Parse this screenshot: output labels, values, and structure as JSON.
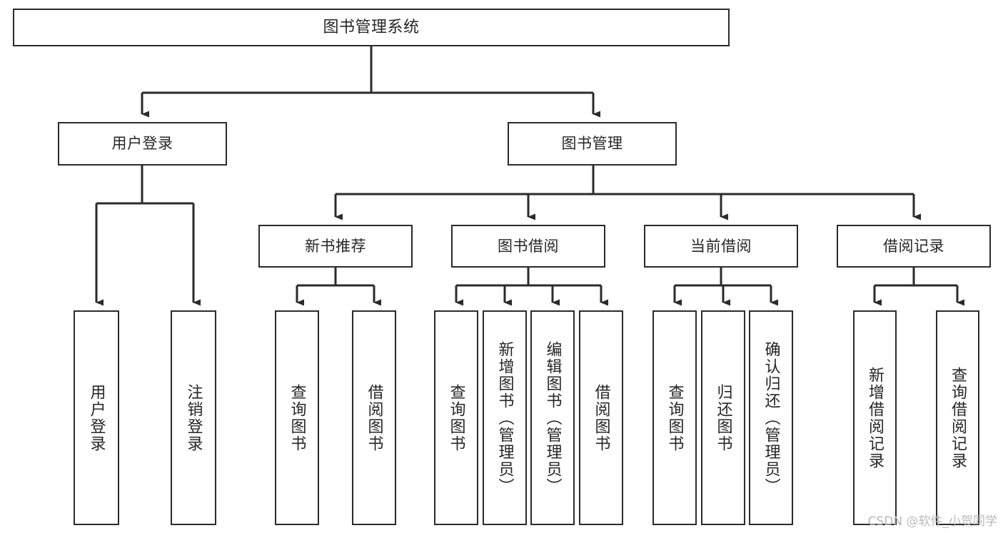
{
  "diagram": {
    "type": "tree-hierarchy-chart",
    "title": "图书管理系统",
    "watermark": "CSDN @软件_小贺同学",
    "colors": {
      "box_border": "#2b2b2b",
      "box_fill": "#ffffff",
      "connector": "#2b2b2b",
      "text": "#262626",
      "watermark": "#b9b9b9",
      "background": "#ffffff"
    },
    "nodes": {
      "root": {
        "label": "图书管理系统"
      },
      "level2": [
        {
          "id": "user-login",
          "label": "用户登录"
        },
        {
          "id": "book-management",
          "label": "图书管理"
        }
      ],
      "level3": [
        {
          "id": "new-book-recommend",
          "label": "新书推荐"
        },
        {
          "id": "book-borrow",
          "label": "图书借阅"
        },
        {
          "id": "current-borrow",
          "label": "当前借阅"
        },
        {
          "id": "borrow-record",
          "label": "借阅记录"
        }
      ],
      "leaves": {
        "user-login": [
          {
            "id": "leaf-user-login",
            "label": "用户登录"
          },
          {
            "id": "leaf-logout-login",
            "label": "注销登录"
          }
        ],
        "new-book-recommend": [
          {
            "id": "leaf-query-book-1",
            "label": "查询图书"
          },
          {
            "id": "leaf-borrow-book-1",
            "label": "借阅图书"
          }
        ],
        "book-borrow": [
          {
            "id": "leaf-query-book-2",
            "label": "查询图书"
          },
          {
            "id": "leaf-add-book",
            "label": "新增图书（管理员）"
          },
          {
            "id": "leaf-edit-book",
            "label": "编辑图书（管理员）"
          },
          {
            "id": "leaf-borrow-book-2",
            "label": "借阅图书"
          }
        ],
        "current-borrow": [
          {
            "id": "leaf-query-book-3",
            "label": "查询图书"
          },
          {
            "id": "leaf-return-book",
            "label": "归还图书"
          },
          {
            "id": "leaf-confirm-return",
            "label": "确认归还（管理员）"
          }
        ],
        "borrow-record": [
          {
            "id": "leaf-add-record",
            "label": "新增借阅记录"
          },
          {
            "id": "leaf-query-record",
            "label": "查询借阅记录"
          }
        ]
      }
    }
  }
}
